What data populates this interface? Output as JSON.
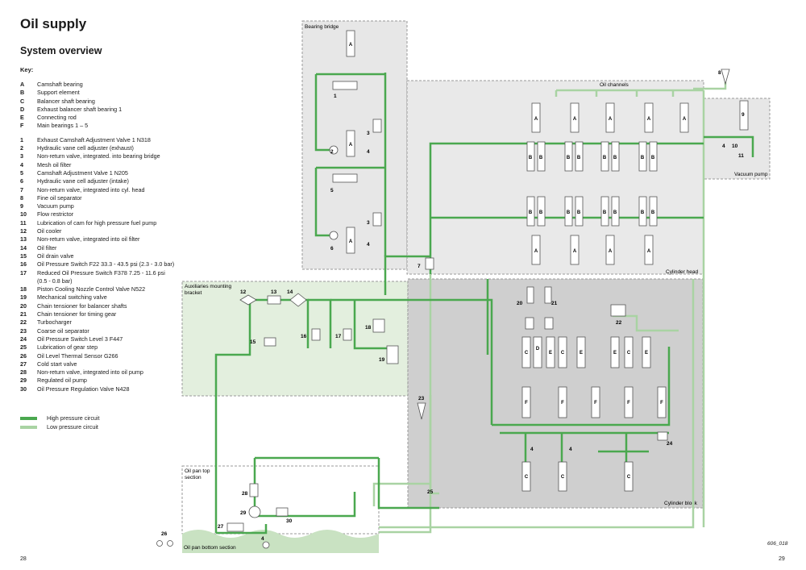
{
  "page": {
    "title": "Oil supply",
    "subtitle": "System overview",
    "key_heading": "Key:",
    "page_left": "28",
    "page_right": "29",
    "figure_id": "606_018"
  },
  "key_letters": [
    {
      "code": "A",
      "text": "Camshaft bearing"
    },
    {
      "code": "B",
      "text": "Support element"
    },
    {
      "code": "C",
      "text": "Balancer shaft bearing"
    },
    {
      "code": "D",
      "text": "Exhaust balancer shaft bearing 1"
    },
    {
      "code": "E",
      "text": "Connecting rod"
    },
    {
      "code": "F",
      "text": "Main bearings 1 – 5"
    }
  ],
  "key_numbers": [
    {
      "code": "1",
      "text": "Exhaust Camshaft Adjustment Valve 1 N318"
    },
    {
      "code": "2",
      "text": "Hydraulic vane cell adjuster (exhaust)"
    },
    {
      "code": "3",
      "text": "Non-return valve, integrated. into bearing bridge"
    },
    {
      "code": "4",
      "text": "Mesh oil filter"
    },
    {
      "code": "5",
      "text": "Camshaft Adjustment Valve 1 N205"
    },
    {
      "code": "6",
      "text": "Hydraulic vane cell adjuster (intake)"
    },
    {
      "code": "7",
      "text": "Non-return valve, integrated into cyl. head"
    },
    {
      "code": "8",
      "text": "Fine oil separator"
    },
    {
      "code": "9",
      "text": "Vacuum pump"
    },
    {
      "code": "10",
      "text": "Flow restrictor"
    },
    {
      "code": "11",
      "text": "Lubrication of cam for high pressure fuel pump"
    },
    {
      "code": "12",
      "text": "Oil cooler"
    },
    {
      "code": "13",
      "text": "Non-return valve, integrated into oil filter"
    },
    {
      "code": "14",
      "text": "Oil filter"
    },
    {
      "code": "15",
      "text": "Oil drain valve"
    },
    {
      "code": "16",
      "text": "Oil Pressure Switch F22 33.3 - 43.5 psi (2.3 - 3.0 bar)"
    },
    {
      "code": "17",
      "text": "Reduced Oil Pressure Switch F378 7.25 - 11.6 psi"
    },
    {
      "code": "",
      "text": "(0.5 - 0.8 bar)"
    },
    {
      "code": "18",
      "text": "Piston Cooling Nozzle Control Valve N522"
    },
    {
      "code": "19",
      "text": "Mechanical switching valve"
    },
    {
      "code": "20",
      "text": "Chain tensioner for balancer shafts"
    },
    {
      "code": "21",
      "text": "Chain tensioner for timing gear"
    },
    {
      "code": "22",
      "text": "Turbocharger"
    },
    {
      "code": "23",
      "text": "Coarse oil separator"
    },
    {
      "code": "24",
      "text": "Oil Pressure Switch Level 3 F447"
    },
    {
      "code": "25",
      "text": "Lubrication of gear step"
    },
    {
      "code": "26",
      "text": "Oil Level Thermal Sensor G266"
    },
    {
      "code": "27",
      "text": "Cold start valve"
    },
    {
      "code": "28",
      "text": "Non-return valve, integrated into oil pump"
    },
    {
      "code": "29",
      "text": "Regulated oil pump"
    },
    {
      "code": "30",
      "text": "Oil Pressure Regulation Valve N428"
    }
  ],
  "legend": [
    {
      "label": "High pressure circuit",
      "color": "#4aa84f"
    },
    {
      "label": "Low pressure circuit",
      "color": "#a9d3a3"
    }
  ],
  "diagram": {
    "regions": {
      "bearing_bridge": "Bearing bridge",
      "oil_channels": "Oil channels",
      "cylinder_head": "Cylinder head",
      "vacuum_pump": "Vacuum pump",
      "aux_line1": "Auxiliaries mounting",
      "aux_line2": "bracket",
      "cylinder_block": "Cylinder block",
      "oil_pan_top_line1": "Oil pan top",
      "oil_pan_top_line2": "section",
      "oil_pan_bottom": "Oil pan bottom section"
    },
    "callouts": {
      "c1": "1",
      "c2": "2",
      "c3": "3",
      "c4": "4",
      "c5": "5",
      "c6": "6",
      "c7": "7",
      "c8": "8",
      "c9": "9",
      "c10": "10",
      "c11": "11",
      "c12": "12",
      "c13": "13",
      "c14": "14",
      "c15": "15",
      "c16": "16",
      "c17": "17",
      "c18": "18",
      "c19": "19",
      "c20": "20",
      "c21": "21",
      "c22": "22",
      "c23": "23",
      "c24": "24",
      "c25": "25",
      "c26": "26",
      "c27": "27",
      "c28": "28",
      "c29": "29",
      "c30": "30"
    },
    "letters": {
      "A": "A",
      "B": "B",
      "C": "C",
      "D": "D",
      "E": "E",
      "F": "F"
    }
  }
}
